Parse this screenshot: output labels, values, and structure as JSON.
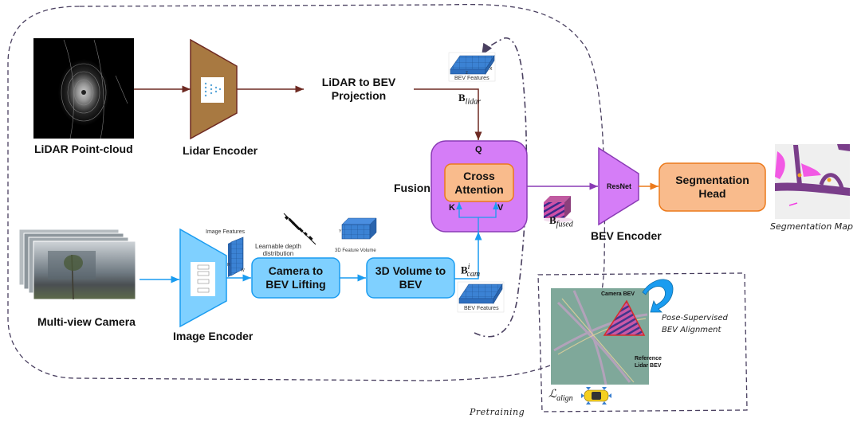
{
  "title": "BEV fusion architecture with pose-supervised BEV alignment pretraining",
  "inputs": {
    "lidar": {
      "label": "LiDAR Point-cloud",
      "icon": "lidar-pointcloud-image"
    },
    "camera": {
      "label": "Multi-view Camera",
      "icon": "multi-view-camera-images"
    }
  },
  "lidar_branch": {
    "encoder_label": "Lidar Encoder",
    "projection_line1": "LiDAR to BEV",
    "projection_line2": "Projection",
    "bev_features_label": "BEV Features",
    "symbol_base": "B",
    "symbol_sub": "lidar",
    "axis_x": "x",
    "axis_z": "z"
  },
  "camera_branch": {
    "encoder_label": "Image Encoder",
    "image_features_label": "Image Features",
    "axis_h": "H",
    "axis_w": "W",
    "depth_label_line1": "Learnable depth",
    "depth_label_line2": "distribution",
    "lifting_line1": "Camera to",
    "lifting_line2": "BEV Lifting",
    "volume_label": "3D Feature Volume",
    "axis_y": "Y",
    "volume_to_bev_line1": "3D Volume to",
    "volume_to_bev_line2": "BEV",
    "bev_features_label": "BEV Features",
    "symbol_base": "B",
    "symbol_sub": "cam",
    "symbol_sup": "i"
  },
  "fusion": {
    "label": "Fusion",
    "cross_attention_line1": "Cross",
    "cross_attention_line2": "Attention",
    "q": "Q",
    "k": "K",
    "v": "V",
    "fused_symbol_base": "B",
    "fused_symbol_sub": "fused"
  },
  "bev_encoder": {
    "inner_label": "ResNet",
    "label": "BEV Encoder"
  },
  "head": {
    "line1": "Segmentation",
    "line2": "Head"
  },
  "output": {
    "label": "Segmentation Map"
  },
  "pretraining": {
    "label": "Pretraining",
    "camera_bev_label": "Camera BEV",
    "reference_line1": "Reference",
    "reference_line2": "Lidar BEV",
    "alignment_line1": "Pose-Supervised",
    "alignment_line2": "BEV Alignment",
    "loss_symbol": "ℒ",
    "loss_sub": "align"
  },
  "colors": {
    "lidar_brown": "#a87941",
    "lidar_stroke": "#6e2a22",
    "camera_blue": "#7fd0ff",
    "camera_stroke": "#1a9cf0",
    "fusion_purple": "#d57df7",
    "fusion_stroke": "#8a3bb5",
    "cross_orange": "#f9bb8c",
    "orange_stroke": "#ec7a1c",
    "dash": "#4a4060"
  }
}
